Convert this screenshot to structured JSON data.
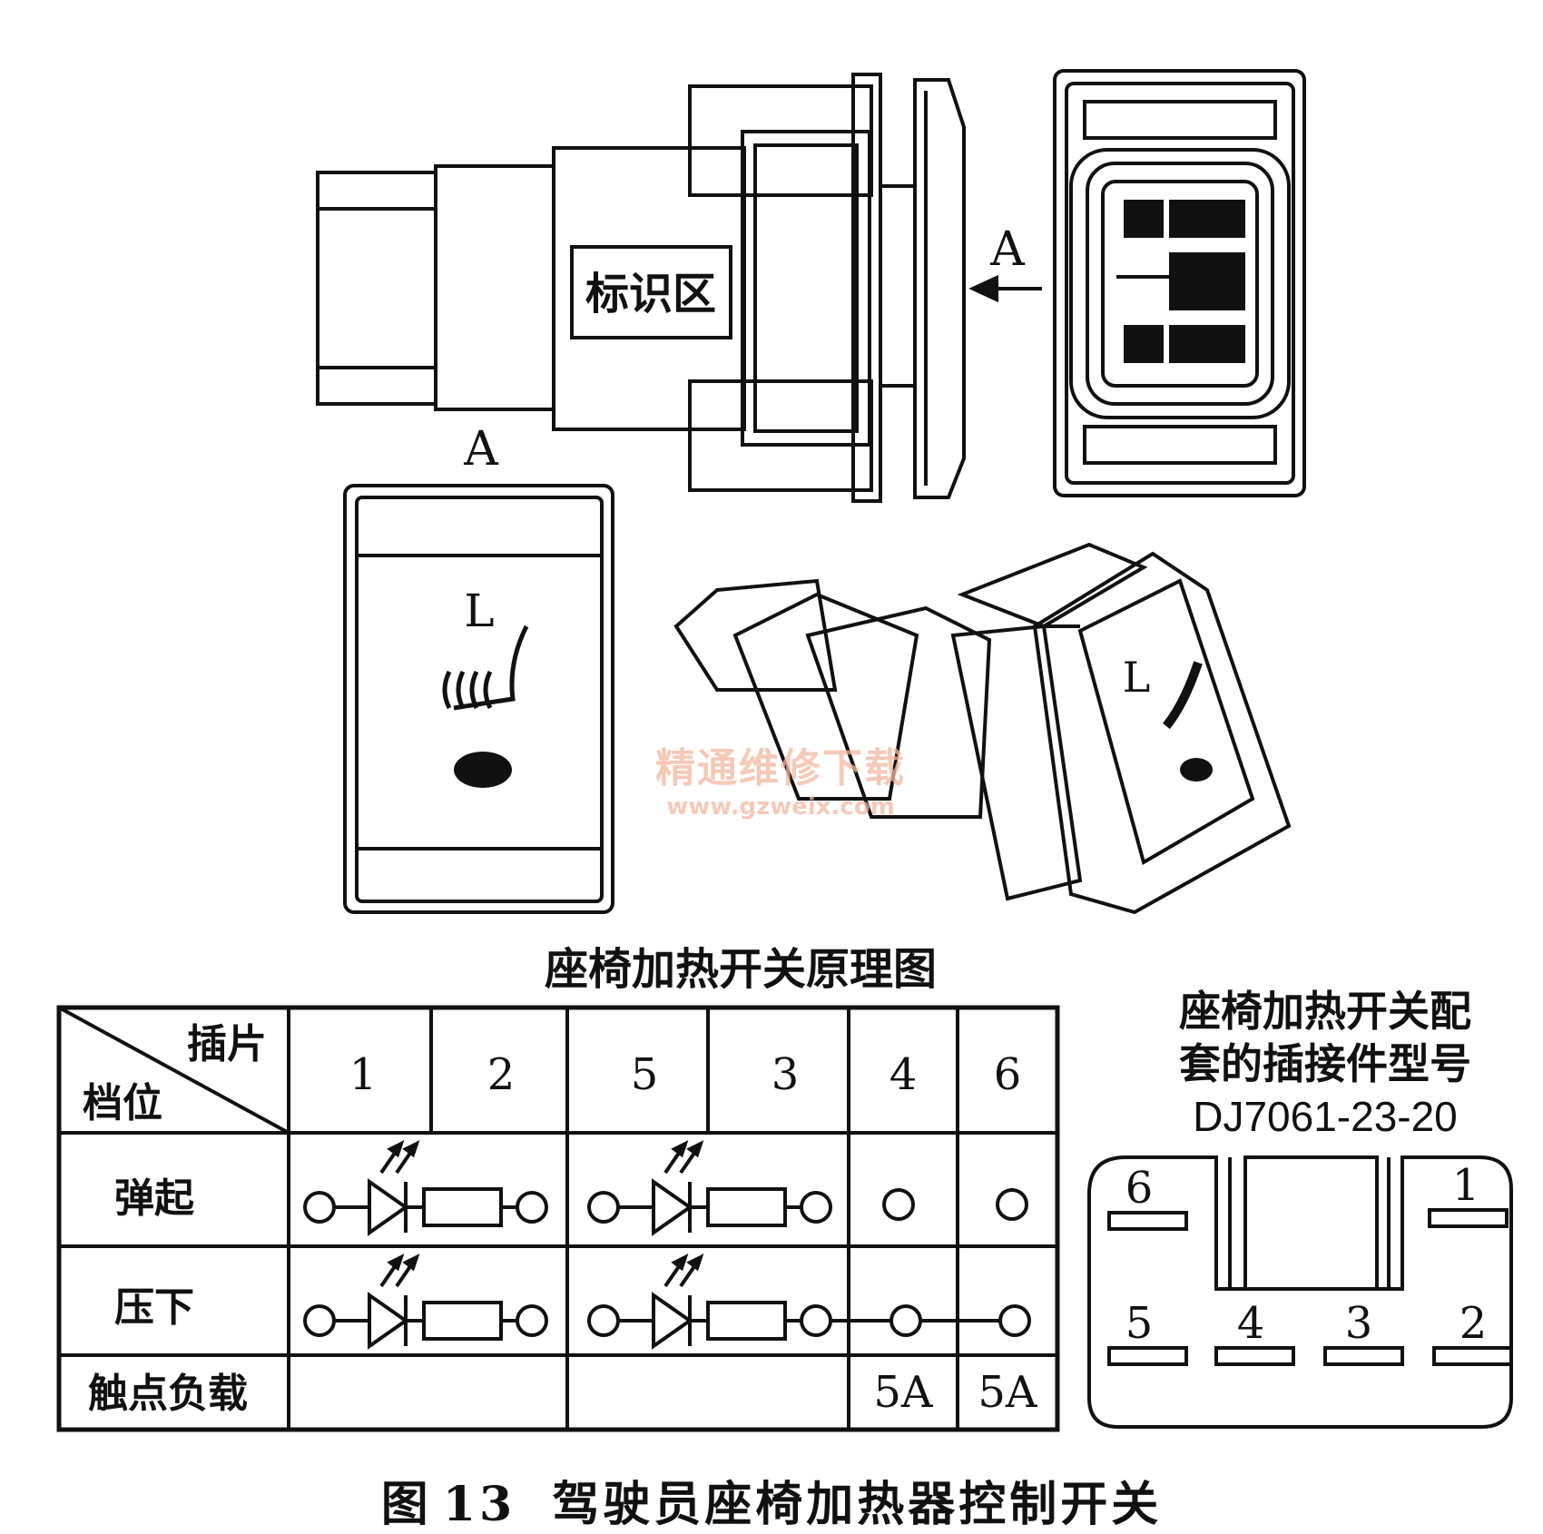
{
  "drawing": {
    "label_area": "标识区",
    "view_label_arrow": "A",
    "view_label_front": "A",
    "button_mark_front": "L",
    "button_mark_iso": "L"
  },
  "watermark": {
    "text": "精通维修下载",
    "url": "www.gzweix.com"
  },
  "schematic": {
    "title": "座椅加热开关原理图",
    "header_terminal": "插片",
    "header_position": "档位",
    "terminals": [
      "1",
      "2",
      "5",
      "3",
      "4",
      "6"
    ],
    "rows": [
      {
        "label": "弹起",
        "contacts_4_6_closed": false
      },
      {
        "label": "压下",
        "contacts_4_6_closed": true
      }
    ],
    "load_label": "触点负载",
    "loads": [
      "5A",
      "5A"
    ]
  },
  "connector": {
    "title_line1": "座椅加热开关配",
    "title_line2": "套的插接件型号",
    "model": "DJ7061-23-20",
    "pins_top": [
      "6",
      "1"
    ],
    "pins_bottom": [
      "5",
      "4",
      "3",
      "2"
    ]
  },
  "caption": {
    "prefix": "图",
    "number": "13",
    "text": "驾驶员座椅加热器控制开关"
  }
}
